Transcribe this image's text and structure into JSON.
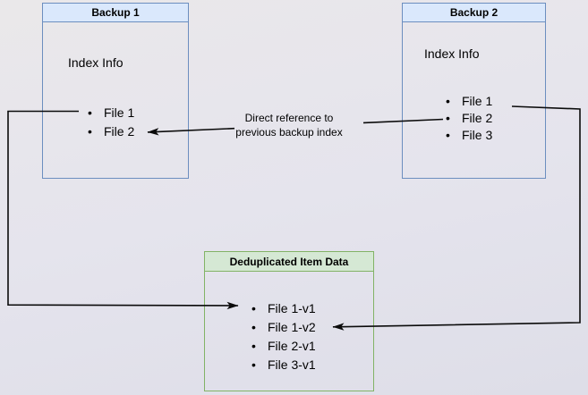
{
  "backup1": {
    "title": "Backup 1",
    "index_label": "Index Info",
    "files": [
      "File 1",
      "File 2"
    ]
  },
  "backup2": {
    "title": "Backup 2",
    "index_label": "Index Info",
    "files": [
      "File 1",
      "File 2",
      "File 3"
    ]
  },
  "dedup": {
    "title": "Deduplicated Item Data",
    "files": [
      "File 1-v1",
      "File 1-v2",
      "File 2-v1",
      "File 3-v1"
    ]
  },
  "edge_label": {
    "line1": "Direct reference to",
    "line2": "previous backup index"
  },
  "bullet": "•",
  "colors": {
    "node_blue_fill": "#dae8fc",
    "node_blue_border": "#6c8ebf",
    "node_green_fill": "#d5e8d4",
    "node_green_border": "#82b366",
    "connector": "#0b0b0b",
    "text": "#000000"
  }
}
